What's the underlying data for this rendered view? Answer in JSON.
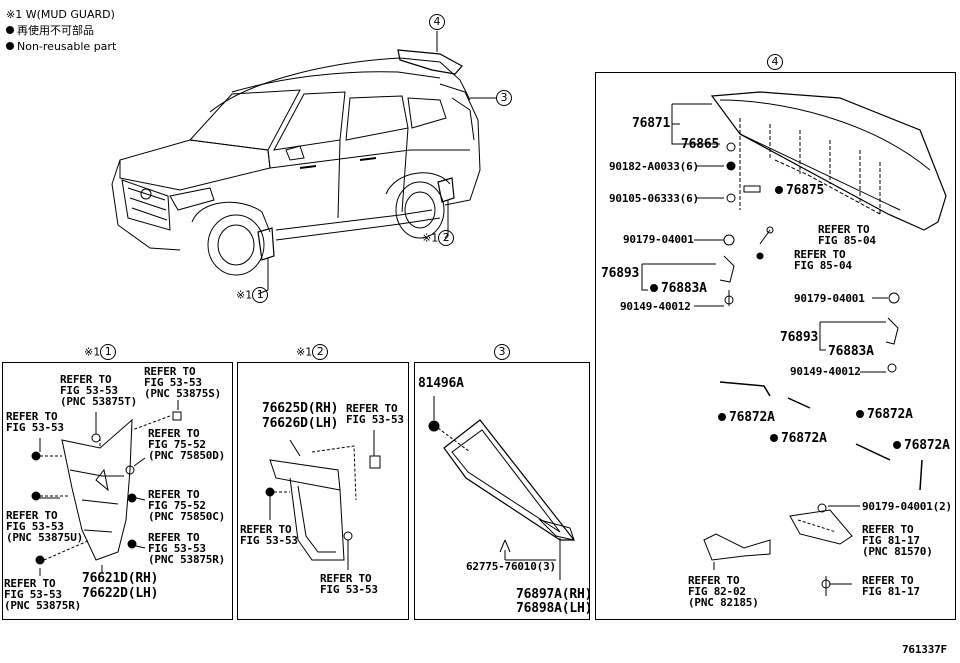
{
  "legend": {
    "note1": "※1 W(MUD GUARD)",
    "note2": "再使用不可部品",
    "note3": "Non-reusable part"
  },
  "callouts": {
    "c4_top": "4",
    "c3_right": "3",
    "c2": "2",
    "c1": "1",
    "mark": "※1"
  },
  "sections": {
    "s1_mark": "※1",
    "s1_num": "1",
    "s2_mark": "※1",
    "s2_num": "2",
    "s3_num": "3",
    "s4_num": "4"
  },
  "panel1": {
    "refer_a": "REFER TO\nFIG 53-53\n(PNC 53875T)",
    "refer_b": "REFER TO\nFIG 53-53\n(PNC 53875S)",
    "refer_c": "REFER TO\nFIG 53-53",
    "refer_d": "REFER TO\nFIG 75-52\n(PNC 75850D)",
    "refer_e": "REFER TO\nFIG 75-52\n(PNC 75850C)",
    "refer_f": "REFER TO\nFIG 53-53\n(PNC 53875U)",
    "refer_g": "REFER TO\nFIG 53-53\n(PNC 53875R)",
    "refer_h": "REFER TO\nFIG 53-53\n(PNC 53875R)",
    "part_rh": "76621D(RH)",
    "part_lh": "76622D(LH)"
  },
  "panel2": {
    "part_rh": "76625D(RH)",
    "part_lh": "76626D(LH)",
    "refer_a": "REFER TO\nFIG 53-53",
    "refer_b": "REFER TO\nFIG 53-53",
    "refer_c": "REFER TO\nFIG 53-53"
  },
  "panel3": {
    "clip": "81496A",
    "part_a": "62775-76010(3)",
    "part_rh": "76897A(RH)",
    "part_lh": "76898A(LH)"
  },
  "panel4": {
    "p76871": "76871",
    "p76865": "76865",
    "p90182": "90182-A0033(6)",
    "p90105": "90105-06333(6)",
    "p76875": "76875",
    "p90179a": "90179-04001",
    "refer_a": "REFER TO\nFIG 85-04",
    "refer_b": "REFER TO\nFIG 85-04",
    "p76893a": "76893",
    "p76883a1": "76883A",
    "p90149a": "90149-40012",
    "p90179b": "90179-04001",
    "p76893b": "76893",
    "p76883a2": "76883A",
    "p90149b": "90149-40012",
    "p76872a1": "76872A",
    "p76872a2": "76872A",
    "p76872a3": "76872A",
    "p76872a4": "76872A",
    "p90179c": "90179-04001(2)",
    "refer_c": "REFER TO\nFIG 81-17\n(PNC 81570)",
    "refer_d": "REFER TO\nFIG 82-02\n(PNC 82185)",
    "refer_e": "REFER TO\nFIG 81-17"
  },
  "footer": {
    "code": "761337F"
  }
}
